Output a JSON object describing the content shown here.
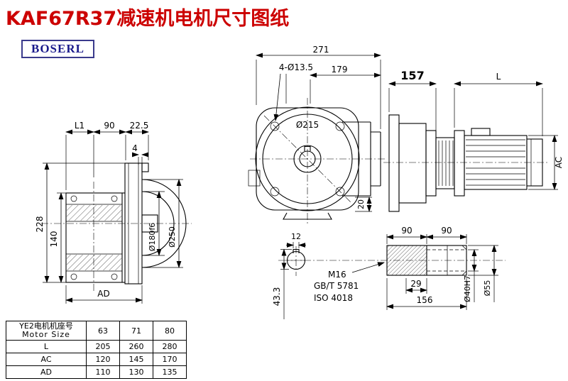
{
  "title": "KAF67R37减速机电机尺寸图纸",
  "brand": "BOSERL",
  "front_view": {
    "dim_total_width": "271",
    "dim_flange_width": "179",
    "holes_label": "4-Ø13.5",
    "dia_flange": "Ø215",
    "dim_foot": "20"
  },
  "side_view": {
    "dim_gearbox": "157",
    "dim_motor_length": "L",
    "dim_motor_dia": "AC"
  },
  "left_view": {
    "dim_l1": "L1",
    "dim_90": "90",
    "dim_22_5": "22.5",
    "dim_4": "4",
    "dim_height": "228",
    "dim_block_height": "140",
    "dia_spigot": "Ø180f6",
    "dia_flange": "Ø250",
    "dim_ad": "AD"
  },
  "keyway_view": {
    "dim_width": "12",
    "dim_depth": "43.3"
  },
  "shaft_view": {
    "dim_90_left": "90",
    "dim_90_right": "90",
    "thread_label": "M16",
    "standard_1": "GB/T 5781",
    "standard_2": "ISO 4018",
    "dim_29": "29",
    "dim_156": "156",
    "dia_bore": "Ø40H7",
    "dia_shaft": "Ø55"
  },
  "table": {
    "header_cn": "YE2电机机座号",
    "header_en": "Motor Size",
    "sizes": [
      "63",
      "71",
      "80"
    ],
    "rows": [
      {
        "label": "L",
        "values": [
          "205",
          "260",
          "280"
        ]
      },
      {
        "label": "AC",
        "values": [
          "120",
          "145",
          "170"
        ]
      },
      {
        "label": "AD",
        "values": [
          "110",
          "130",
          "135"
        ]
      }
    ]
  }
}
